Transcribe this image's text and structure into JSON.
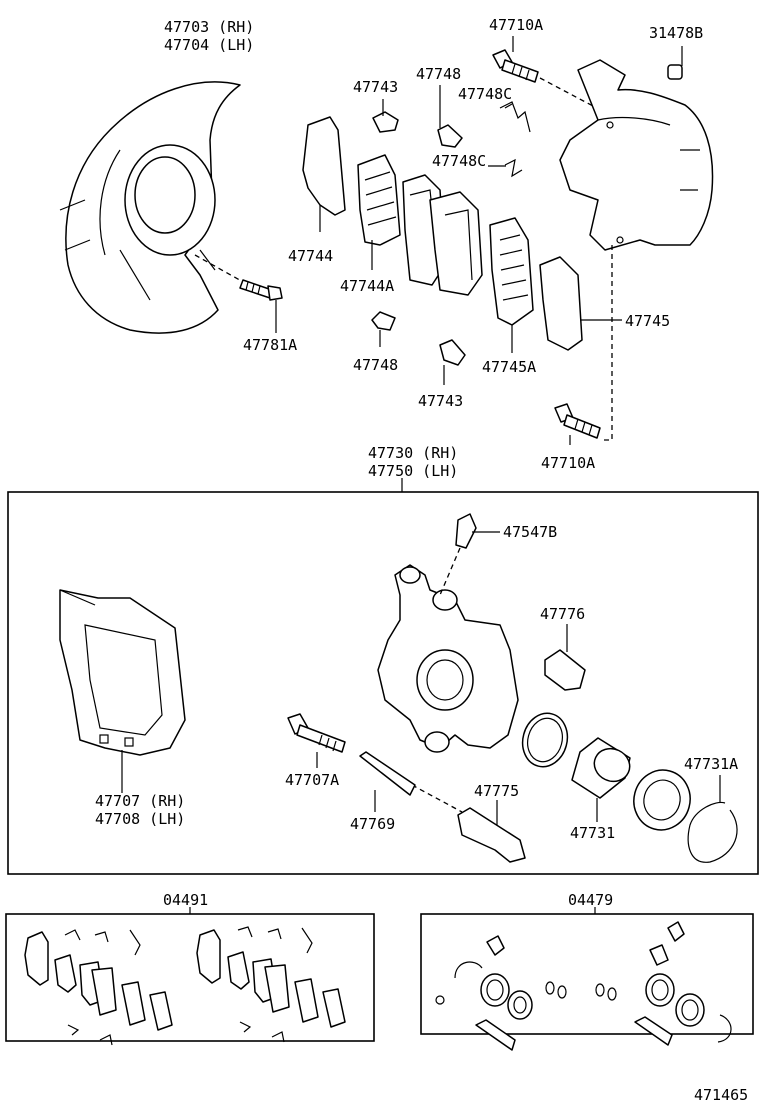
{
  "labels": {
    "p47703": "47703 (RH)",
    "p47704": "47704 (LH)",
    "p47710A_top": "47710A",
    "p31478B": "31478B",
    "p47743_top": "47743",
    "p47748_top": "47748",
    "p47748C_a": "47748C",
    "p47748C_b": "47748C",
    "p47744": "47744",
    "p47744A": "47744A",
    "p47781A": "47781A",
    "p47748_bot": "47748",
    "p47743_bot": "47743",
    "p47745A": "47745A",
    "p47745": "47745",
    "p47710A_bot": "47710A",
    "p47730": "47730 (RH)",
    "p47750": "47750 (LH)",
    "p47547B": "47547B",
    "p47776": "47776",
    "p47731A": "47731A",
    "p47707A": "47707A",
    "p47769": "47769",
    "p47775": "47775",
    "p47731": "47731",
    "p47707": "47707 (RH)",
    "p47708": "47708 (LH)",
    "kit04491": "04491",
    "kit04479": "04479",
    "figure_no": "471465"
  }
}
